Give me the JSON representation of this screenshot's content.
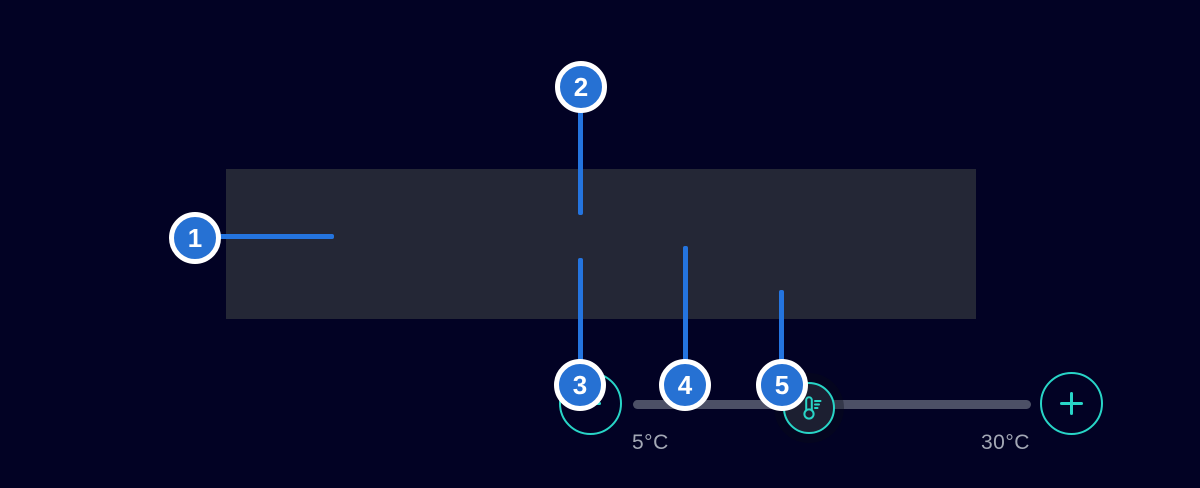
{
  "component": {
    "description": "Temperature slider control with annotation callouts",
    "slider": {
      "min_label": "5°C",
      "max_label": "30°C",
      "handle_icon": "thermometer-icon",
      "decrease_icon": "minus-icon",
      "increase_icon": "plus-icon"
    }
  },
  "callouts": [
    {
      "number": "1",
      "target": "decrease-temp-button"
    },
    {
      "number": "2",
      "target": "slider-handle"
    },
    {
      "number": "3",
      "target": "slider-handle"
    },
    {
      "number": "4",
      "target": "slider-track"
    },
    {
      "number": "5",
      "target": "max-temp-label"
    }
  ],
  "colors": {
    "page_bg": "#020224",
    "panel_bg": "#242736",
    "accent_teal": "#28d5c7",
    "handle_fill": "#1c1f31",
    "track_gray": "#4c5066",
    "label_gray": "#a3a8b5",
    "connector_blue": "#2474df",
    "badge_blue": "#2671d3",
    "badge_ring": "#ffffff"
  }
}
